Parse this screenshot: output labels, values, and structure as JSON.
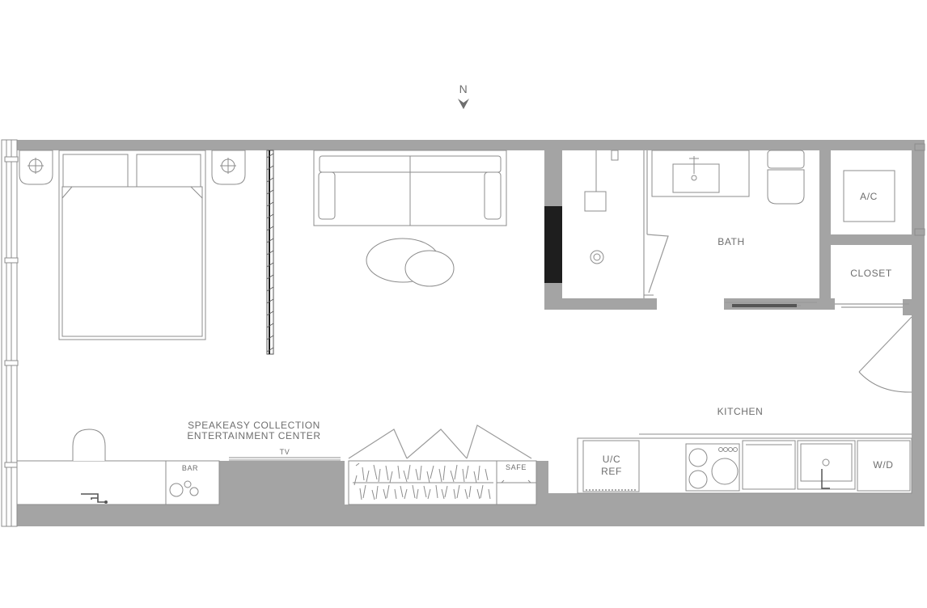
{
  "north_label": "N",
  "rooms": {
    "bath": "BATH",
    "ac": "A/C",
    "closet": "CLOSET",
    "kitchen": "KITCHEN"
  },
  "labels": {
    "speakeasy_line1": "SPEAKEASY COLLECTION",
    "speakeasy_line2": "ENTERTAINMENT CENTER",
    "tv": "TV",
    "bar": "BAR",
    "safe": "SAFE",
    "ref_line1": "U/C",
    "ref_line2": "REF",
    "washer_dryer": "W/D"
  },
  "colors": {
    "wall": "#a4a4a4",
    "line": "#8c8c8c",
    "text": "#6e6e6e",
    "dark": "#1e1e1e"
  }
}
